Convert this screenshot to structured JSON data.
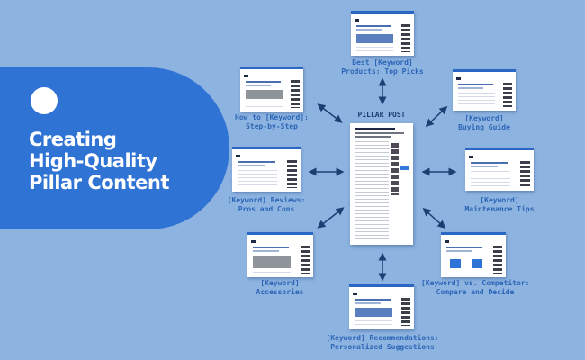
{
  "title_lines": [
    "Creating",
    "High-Quality",
    "Pillar Content"
  ],
  "center_label": "PILLAR POST",
  "nodes": [
    {
      "id": "top",
      "label_lines": [
        "Best [Keyword]",
        "Products: Top Picks"
      ]
    },
    {
      "id": "top-left",
      "label_lines": [
        "How to [Keyword]:",
        "Step-by-Step"
      ]
    },
    {
      "id": "top-right",
      "label_lines": [
        "[Keyword]",
        "Buying Guide"
      ]
    },
    {
      "id": "left",
      "label_lines": [
        "[Keyword] Reviews:",
        "Pros and Cons"
      ]
    },
    {
      "id": "right",
      "label_lines": [
        "[Keyword]",
        "Maintenance Tips"
      ]
    },
    {
      "id": "bottom-left",
      "label_lines": [
        "[Keyword]",
        "Accessories"
      ]
    },
    {
      "id": "bottom-right",
      "label_lines": [
        "[Keyword] vs. Competitor:",
        "Compare and Decide"
      ]
    },
    {
      "id": "bottom",
      "label_lines": [
        "[Keyword] Recommendations:",
        "Personalized Suggestions"
      ]
    }
  ],
  "colors": {
    "background": "#8db3e1",
    "accent": "#2f73d5",
    "label": "#2c65b6",
    "arrow": "#1c3f73"
  }
}
